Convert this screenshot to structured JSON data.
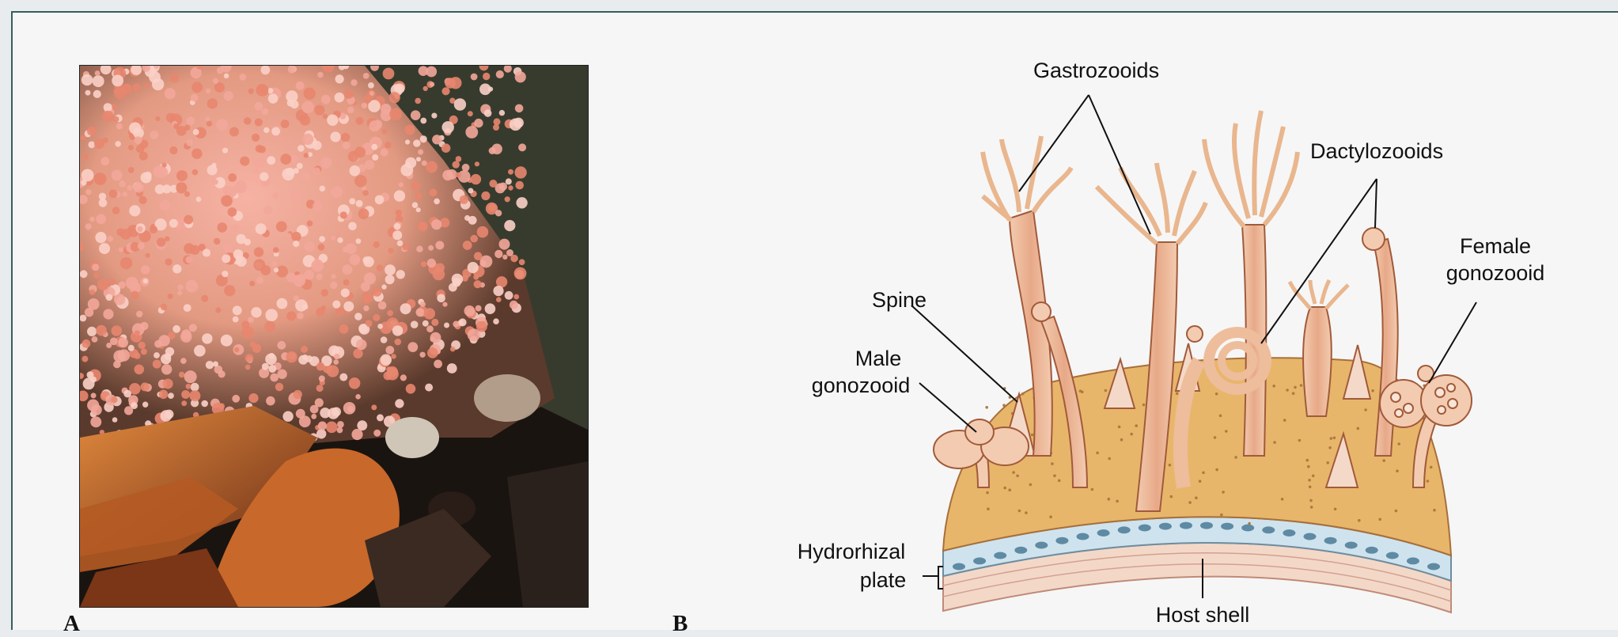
{
  "panels": {
    "a": {
      "letter": "A"
    },
    "b": {
      "letter": "B"
    }
  },
  "labels": {
    "gastrozooids": "Gastrozooids",
    "dactylozooids": "Dactylozooids",
    "spine": "Spine",
    "female_gonozooid_line1": "Female",
    "female_gonozooid_line2": "gonozooid",
    "male_gonozooid_line1": "Male",
    "male_gonozooid_line2": "gonozooid",
    "hydrorhizal_plate_line1": "Hydrorhizal",
    "hydrorhizal_plate_line2": "plate",
    "host_shell": "Host shell"
  },
  "colors": {
    "frame_border": "#355e5c",
    "photo_polyps": "#f2a79a",
    "photo_background": "#1a1410",
    "photo_crab": "#c8682a",
    "mat": "#e8b66a",
    "zooid_fill": "#eebd9c",
    "zooid_stroke": "#a15a3a",
    "hydrorhiza_blue": "#cfe3ee",
    "host_shell": "#f3d8c8"
  }
}
